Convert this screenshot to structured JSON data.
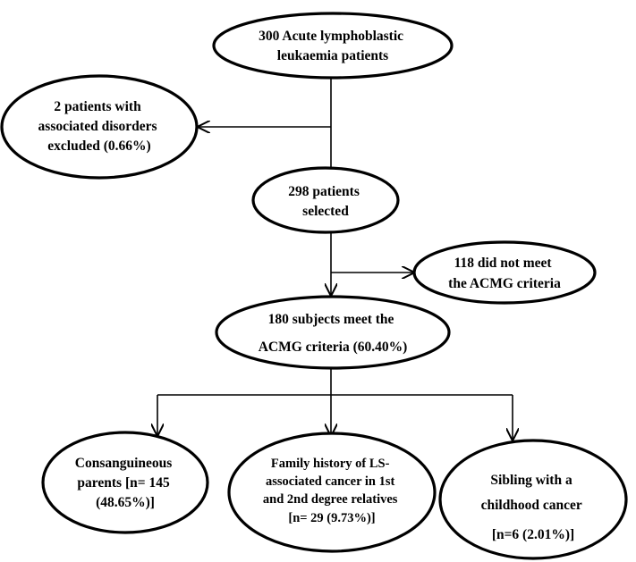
{
  "nodes": {
    "all_patients": {
      "lines": [
        "300 Acute lymphoblastic",
        "leukaemia patients"
      ]
    },
    "excluded": {
      "lines": [
        "2 patients with",
        "associated disorders",
        "excluded (0.66%)"
      ]
    },
    "selected": {
      "lines": [
        "298 patients",
        "selected"
      ]
    },
    "not_meet": {
      "lines": [
        "118 did not meet",
        "the ACMG criteria"
      ]
    },
    "meet": {
      "lines": [
        "180 subjects meet the",
        "ACMG criteria (60.40%)"
      ]
    },
    "consanguineous": {
      "lines": [
        "Consanguineous",
        "parents [n= 145",
        "(48.65%)]"
      ]
    },
    "family_history": {
      "lines": [
        "Family history of LS-",
        "associated cancer in 1st",
        "and 2nd degree relatives",
        "[n= 29 (9.73%)]"
      ]
    },
    "sibling": {
      "lines": [
        "Sibling with a",
        "childhood cancer",
        "[n=6 (2.01%)]"
      ]
    }
  }
}
